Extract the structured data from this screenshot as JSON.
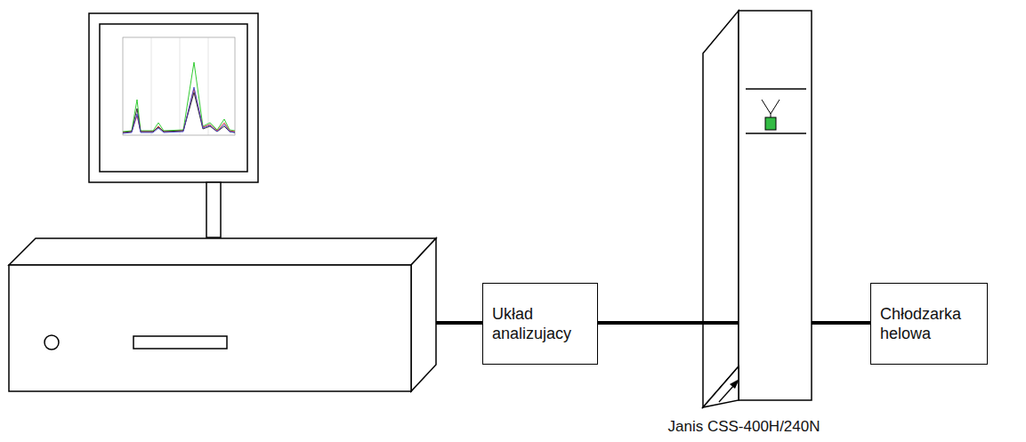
{
  "diagram": {
    "nodes": [
      {
        "text": [
          "Układ analizujacy"
        ]
      },
      {
        "text": [
          "Chłodzarka helowa"
        ]
      }
    ],
    "labels": [
      "Janis CSS-400H/240N"
    ]
  }
}
